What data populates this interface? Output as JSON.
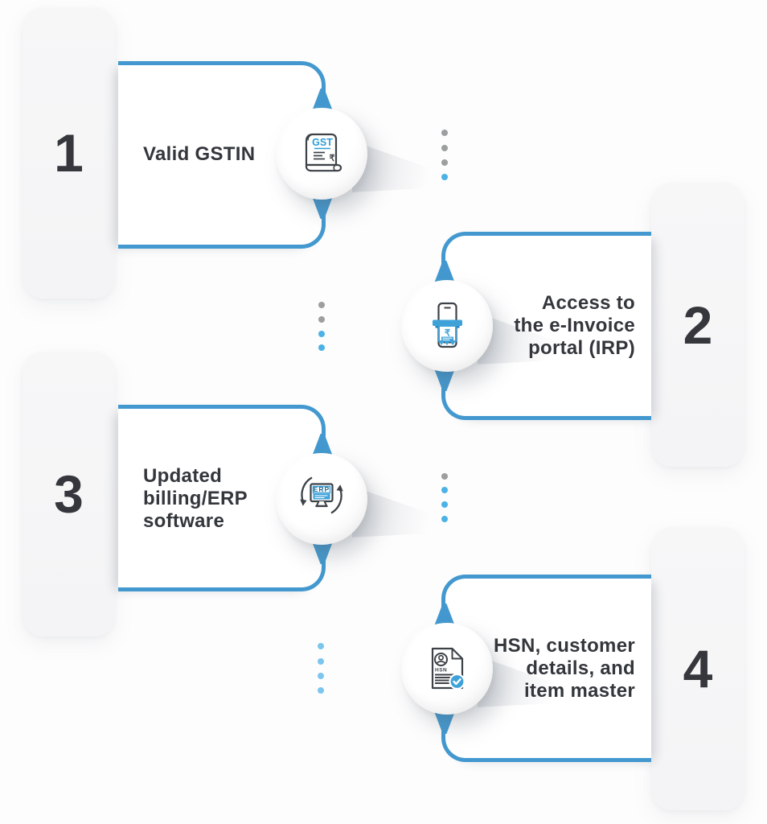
{
  "colors": {
    "canvas_bg": "#fdfdfd",
    "accent_blue": "#4399cf",
    "dot_blue": "#4cb2e6",
    "dot_gray": "#9c9ea0",
    "dot_light_blue": "#7cc6ee",
    "text_dark": "#33363b",
    "number_dark": "#35373c",
    "icon_stroke": "#3d4248",
    "icon_blue": "#2e9bd6",
    "icon_fill_blue": "#3ea2d9"
  },
  "steps": [
    {
      "number": "1",
      "icon": "gst-scroll-icon",
      "icon_label": "GST",
      "lines": [
        "Valid GSTIN"
      ]
    },
    {
      "number": "2",
      "icon": "phone-invoice-icon",
      "lines": [
        "Access to",
        "the e-Invoice",
        "portal (IRP)"
      ]
    },
    {
      "number": "3",
      "icon": "erp-monitor-sync-icon",
      "icon_label": "ERP",
      "lines": [
        "Updated",
        "billing/ERP",
        "software"
      ]
    },
    {
      "number": "4",
      "icon": "hsn-document-check-icon",
      "icon_label": "HSN",
      "lines": [
        "HSN, customer",
        "details, and",
        "item master"
      ]
    }
  ],
  "icon_glyphs": {
    "rupee": "₹"
  }
}
